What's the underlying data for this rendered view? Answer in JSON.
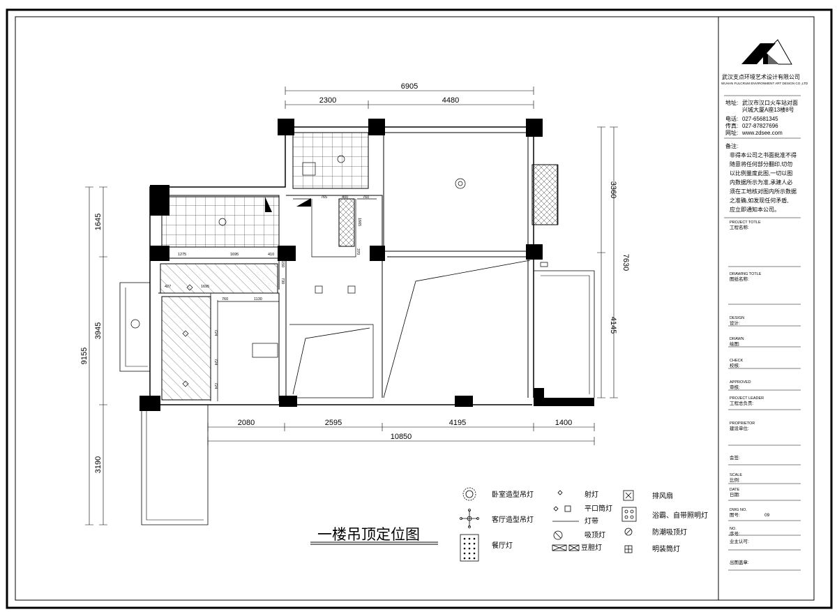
{
  "company": {
    "name_cn": "武汉支点环境艺术设计有限公司",
    "name_en": "WUHAN FULCRUM ENVIRONMENT ART DESIGN CO.,LTD"
  },
  "contact": {
    "address_label": "地址:",
    "address_line1": "武汉市汉口火车站对面",
    "address_line2": "兴城大厦A座13楼8号",
    "phone_label": "电话:",
    "phone": "027-65681345",
    "fax_label": "传真:",
    "fax": "027-87827696",
    "web_label": "网址:",
    "web": "www.zdsee.com"
  },
  "notes": {
    "title": "备注:",
    "lines": [
      "非得本公司之书面批准不得",
      "随意将任何部分翻印,切勿",
      "以比例量度此图,一切以图",
      "内数据所示为准,承建人必",
      "须在工地核对图内所示数据",
      "之准确,如发现任何矛盾,",
      "应立即通知本公司。"
    ]
  },
  "title_block": [
    {
      "en": "PROJECT TOTLE",
      "cn": "工程名称:",
      "value": ""
    },
    {
      "en": "DRAWING TOTLE",
      "cn": "图纸名称:",
      "value": ""
    },
    {
      "en": "DESIGN",
      "cn": "设计:",
      "value": ""
    },
    {
      "en": "DRAWN",
      "cn": "绘图:",
      "value": ""
    },
    {
      "en": "CHECK",
      "cn": "校核:",
      "value": ""
    },
    {
      "en": "APPROVED",
      "cn": "审核:",
      "value": ""
    },
    {
      "en": "PROJECT LEADER",
      "cn": "工程总负责:",
      "value": ""
    },
    {
      "en": "PROPRIETOR",
      "cn": "建设单位:",
      "value": ""
    },
    {
      "en": "",
      "cn": "会签:",
      "value": ""
    },
    {
      "en": "SCALE",
      "cn": "比例:",
      "value": ""
    },
    {
      "en": "DATE",
      "cn": "日期:",
      "value": ""
    },
    {
      "en": "DWG NO.",
      "cn": "图号:",
      "value": "09"
    },
    {
      "en": "NO.",
      "cn": "序号:",
      "value": ""
    },
    {
      "en": "",
      "cn": "业主认可:",
      "value": ""
    },
    {
      "en": "",
      "cn": "出图盖章:",
      "value": ""
    }
  ],
  "drawing_title": "一楼吊顶定位图",
  "dimensions": {
    "top_total": "6905",
    "top_a": "2300",
    "top_b": "4480",
    "bottom_a": "2080",
    "bottom_b": "2595",
    "bottom_c": "4195",
    "bottom_d": "1400",
    "bottom_total": "10850",
    "left_total": "9155",
    "left_a": "1645",
    "left_b": "3945",
    "left_c": "3190",
    "right_a": "3360",
    "right_b": "7630",
    "right_c": "4145",
    "inner": [
      "765",
      "400",
      "760",
      "1665",
      "370",
      "1275",
      "1695",
      "410",
      "427",
      "1695",
      "150",
      "730",
      "760",
      "1130",
      "724",
      "724",
      "724"
    ]
  },
  "legend": [
    {
      "icon": "chandelier-sun-icon",
      "label": "卧室造型吊灯"
    },
    {
      "icon": "chandelier-cross-icon",
      "label": "客厅造型吊灯"
    },
    {
      "icon": "dining-lamp-icon",
      "label": "餐厅灯"
    },
    {
      "icon": "spotlight-icon",
      "label": "射灯"
    },
    {
      "icon": "flat-grille-icon",
      "label": "平口筒灯"
    },
    {
      "icon": "light-strip-icon",
      "label": "灯带"
    },
    {
      "icon": "ceiling-lamp-icon",
      "label": "吸顶灯"
    },
    {
      "icon": "bean-lamp-icon",
      "label": "豆胆灯"
    },
    {
      "icon": "exhaust-fan-icon",
      "label": "排风扇"
    },
    {
      "icon": "bath-heater-icon",
      "label": "浴霸、自带照明灯"
    },
    {
      "icon": "moistureproof-lamp-icon",
      "label": "防潮吸顶灯"
    },
    {
      "icon": "surface-downlight-icon",
      "label": "明装筒灯"
    }
  ]
}
